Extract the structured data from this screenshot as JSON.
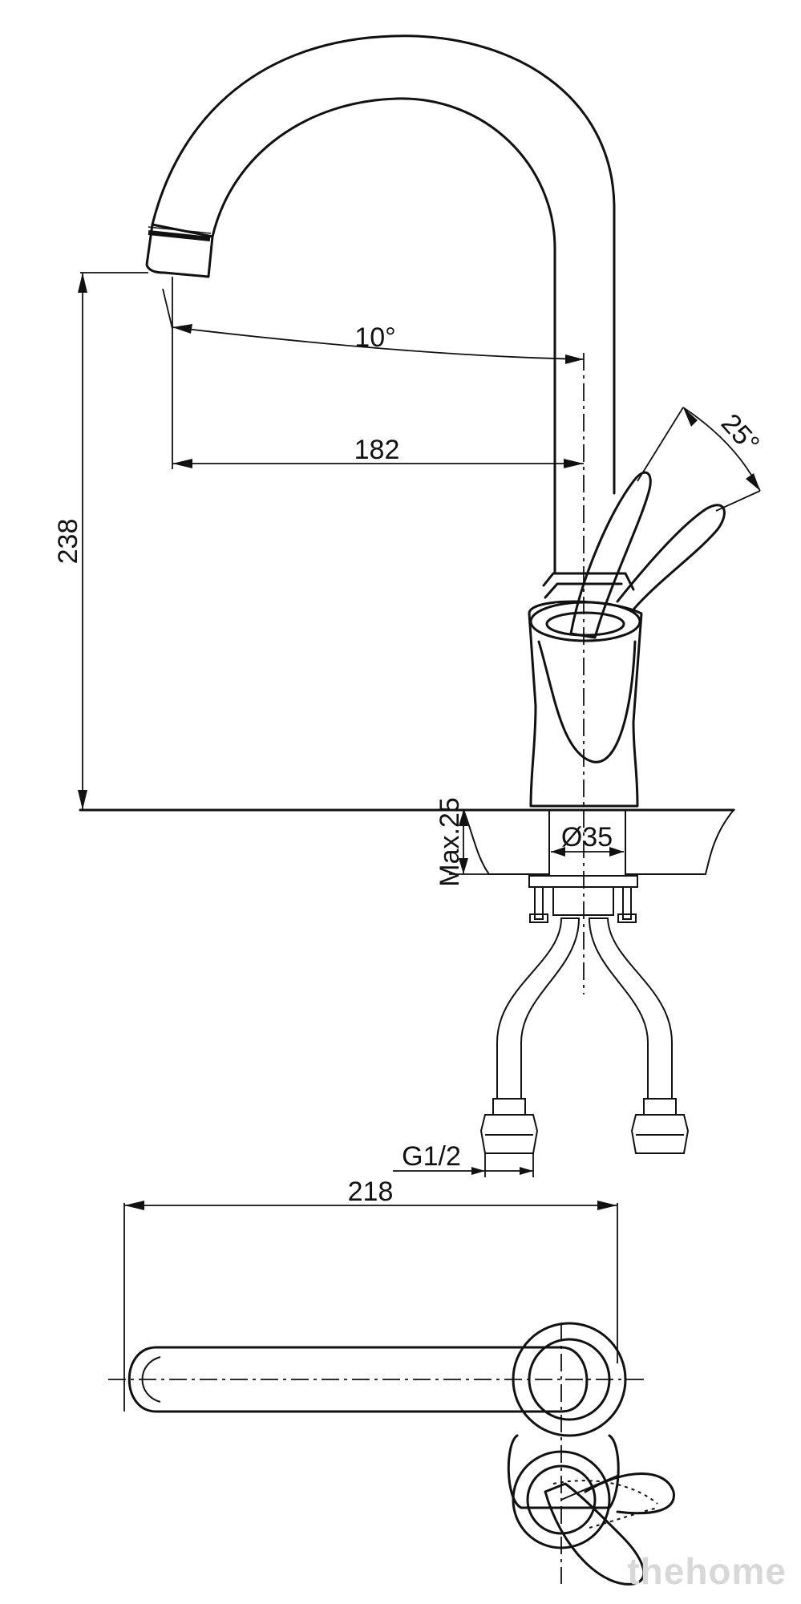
{
  "dimensions": {
    "height_total": "238",
    "spout_reach": "182",
    "spout_angle": "10°",
    "lever_angle": "25°",
    "max_counter_thickness": "Max.25",
    "mount_hole_diameter": "Ø35",
    "connection_thread": "G1/2",
    "top_view_length": "218"
  },
  "watermark": {
    "text": "thehome"
  }
}
